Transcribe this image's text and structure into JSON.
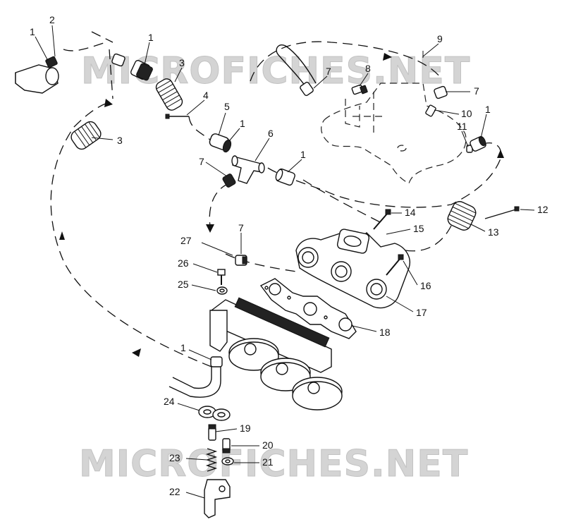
{
  "watermark": "MICROFICHES.NET",
  "callouts": [
    {
      "id": "c-1a",
      "text": "1"
    },
    {
      "id": "c-2",
      "text": "2"
    },
    {
      "id": "c-1b",
      "text": "1"
    },
    {
      "id": "c-3a",
      "text": "3"
    },
    {
      "id": "c-3b",
      "text": "3"
    },
    {
      "id": "c-4",
      "text": "4"
    },
    {
      "id": "c-5",
      "text": "5"
    },
    {
      "id": "c-1c",
      "text": "1"
    },
    {
      "id": "c-6",
      "text": "6"
    },
    {
      "id": "c-7a",
      "text": "7"
    },
    {
      "id": "c-1d",
      "text": "1"
    },
    {
      "id": "c-9",
      "text": "9"
    },
    {
      "id": "c-7b",
      "text": "7"
    },
    {
      "id": "c-8",
      "text": "8"
    },
    {
      "id": "c-7c",
      "text": "7"
    },
    {
      "id": "c-10",
      "text": "10"
    },
    {
      "id": "c-1e",
      "text": "1"
    },
    {
      "id": "c-11",
      "text": "11"
    },
    {
      "id": "c-12",
      "text": "12"
    },
    {
      "id": "c-13",
      "text": "13"
    },
    {
      "id": "c-14",
      "text": "14"
    },
    {
      "id": "c-15",
      "text": "15"
    },
    {
      "id": "c-27",
      "text": "27"
    },
    {
      "id": "c-7d",
      "text": "7"
    },
    {
      "id": "c-26",
      "text": "26"
    },
    {
      "id": "c-25",
      "text": "25"
    },
    {
      "id": "c-16",
      "text": "16"
    },
    {
      "id": "c-17",
      "text": "17"
    },
    {
      "id": "c-18",
      "text": "18"
    },
    {
      "id": "c-1f",
      "text": "1"
    },
    {
      "id": "c-24",
      "text": "24"
    },
    {
      "id": "c-19",
      "text": "19"
    },
    {
      "id": "c-20",
      "text": "20"
    },
    {
      "id": "c-23",
      "text": "23"
    },
    {
      "id": "c-21",
      "text": "21"
    },
    {
      "id": "c-22",
      "text": "22"
    }
  ]
}
